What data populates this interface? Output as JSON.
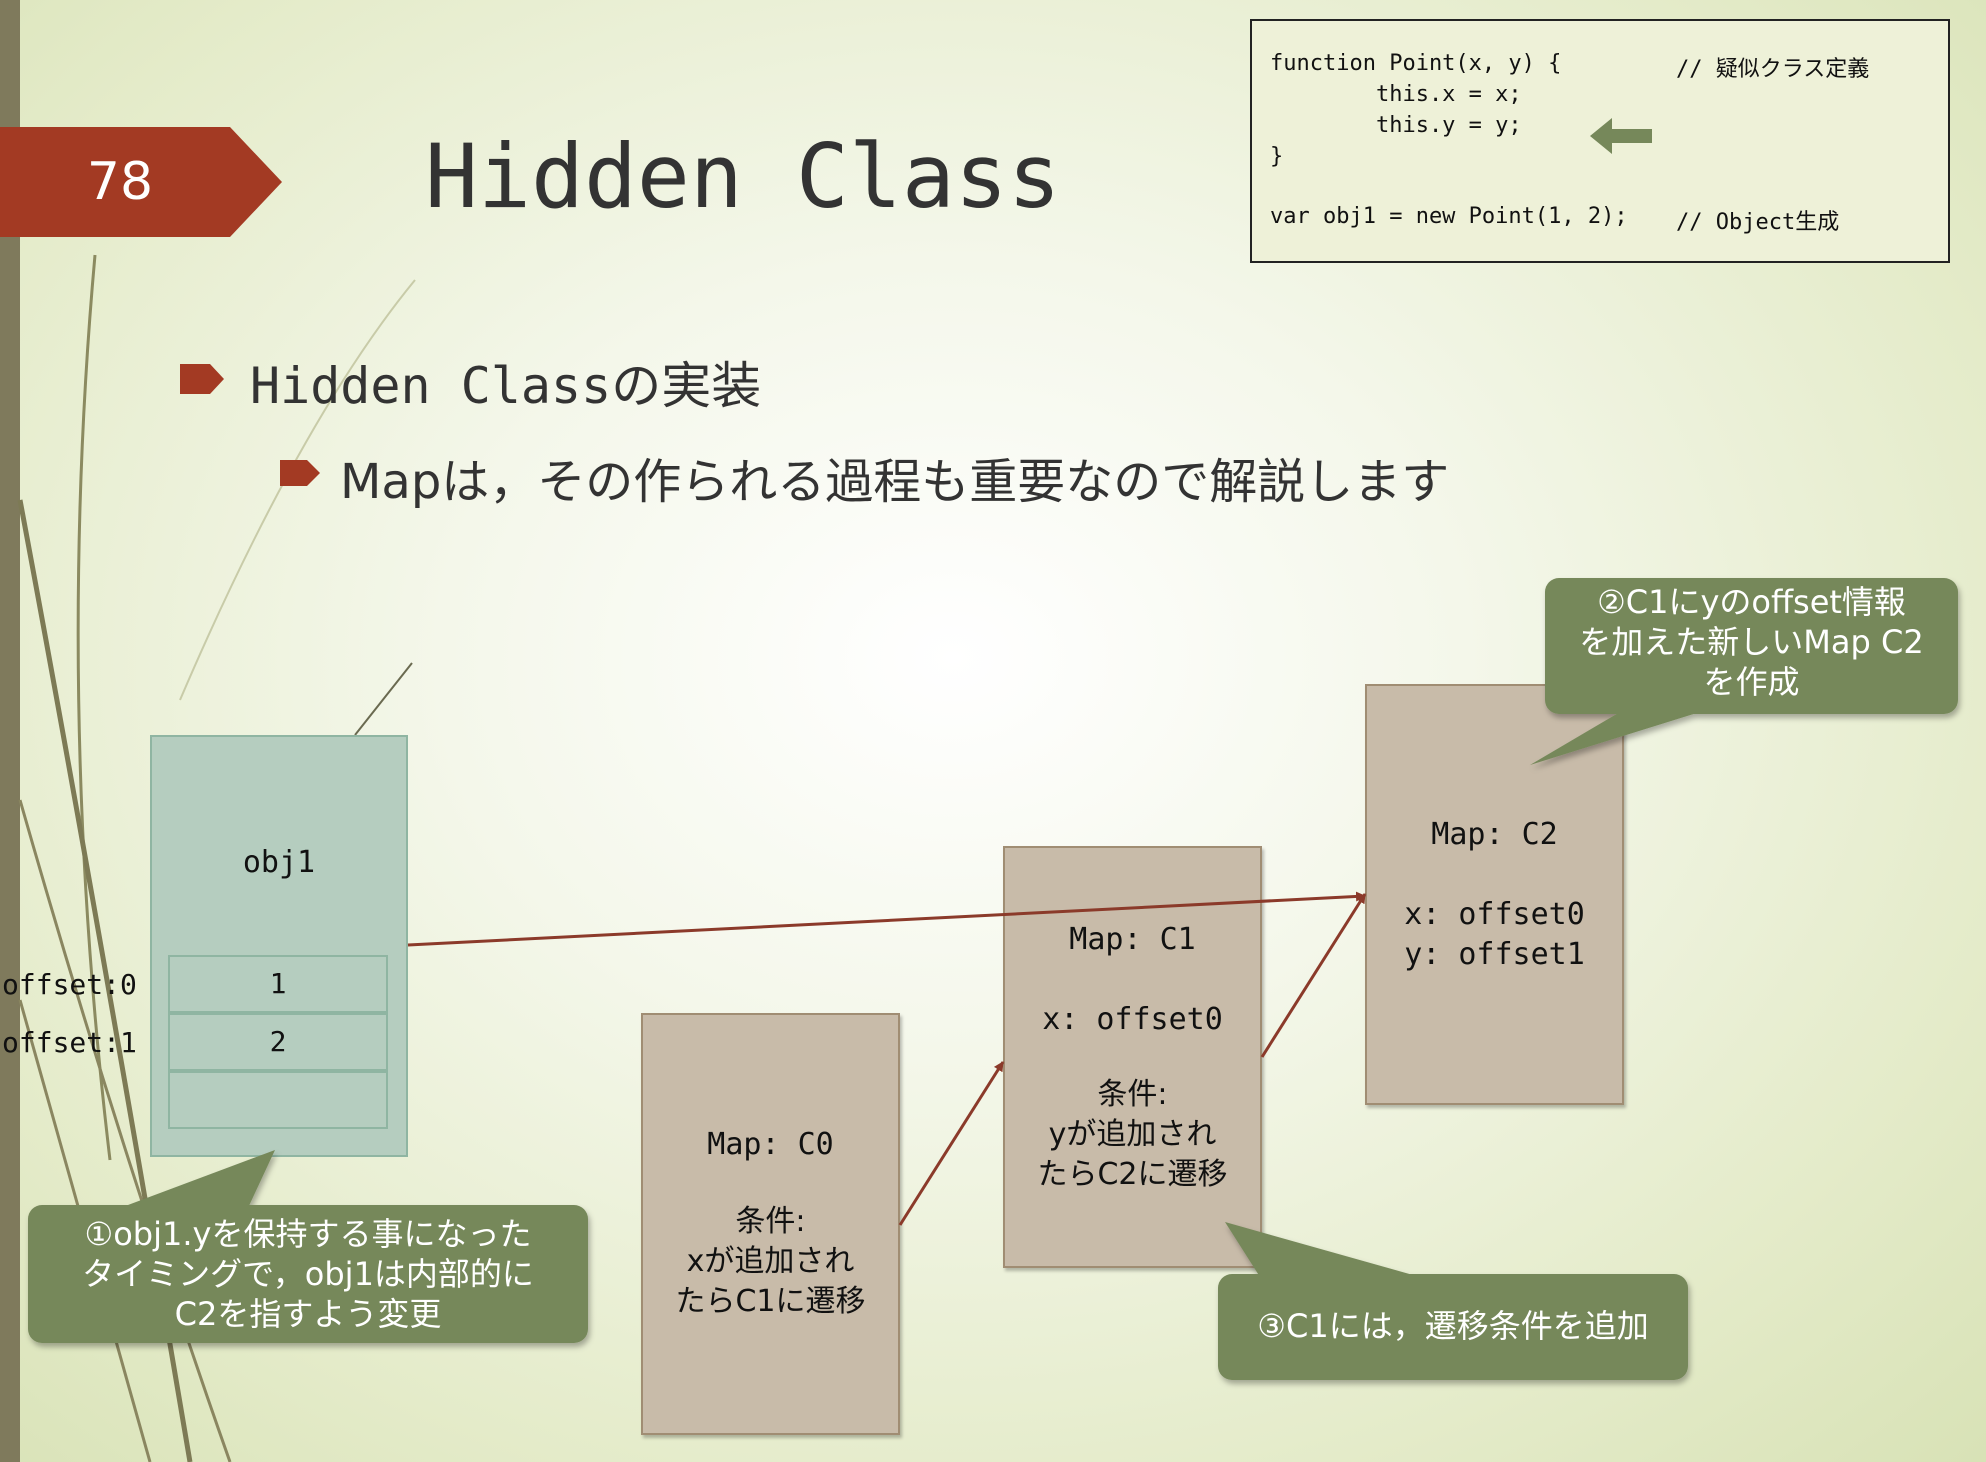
{
  "slide": {
    "number": "78",
    "title": "Hidden Class"
  },
  "code": {
    "lines": [
      "function Point(x, y) {",
      "        this.x = x;",
      "        this.y = y;",
      "}",
      "",
      "var obj1 = new Point(1, 2);"
    ],
    "comment_1": "// 疑似クラス定義",
    "comment_2": "// Object生成"
  },
  "bullets": {
    "level1": "Hidden Classの実装",
    "level2": "Mapは，その作られる過程も重要なので解説します"
  },
  "object": {
    "label": "obj1",
    "slots": [
      "1",
      "2",
      ""
    ],
    "offset_labels": [
      "offset:0",
      "offset:1"
    ]
  },
  "maps": {
    "c0": {
      "title": "Map: C0",
      "cond_label": "条件:",
      "cond_1": "xが追加され",
      "cond_2": "たらC1に遷移"
    },
    "c1": {
      "title": "Map: C1",
      "prop_x": "x: offset0",
      "cond_label": "条件:",
      "cond_1": "yが追加され",
      "cond_2": "たらC2に遷移"
    },
    "c2": {
      "title": "Map: C2",
      "prop_x": "x: offset0",
      "prop_y": "y: offset1"
    }
  },
  "callouts": {
    "c1": [
      "①obj1.yを保持する事になった",
      "タイミングで，obj1は内部的に",
      "C2を指すよう変更"
    ],
    "c2": [
      "②C1にyのoffset情報",
      "を加えた新しいMap C2",
      "を作成"
    ],
    "c3": [
      "③C1には，遷移条件を追加"
    ]
  },
  "colors": {
    "badge": "#a33a23",
    "bullet": "#a33a23",
    "callout": "#76885a",
    "arrow": "#8b3a2a",
    "map_fill": "#c8bba9",
    "object_fill": "#b5cdbf"
  }
}
